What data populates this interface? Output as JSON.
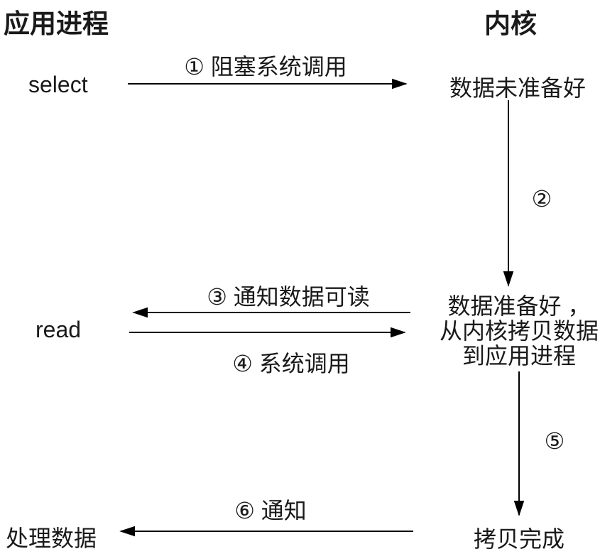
{
  "page": {
    "background": "#ffffff",
    "text_color": "#1a1a1a",
    "line_color": "#000000"
  },
  "headers": {
    "app_process": "应用进程",
    "kernel": "内核"
  },
  "app": {
    "select": "select",
    "read": "read",
    "process_data": "处理数据"
  },
  "kernel": {
    "not_ready": "数据未准备好",
    "ready_line1": "数据准备好 ，",
    "ready_line2": "从内核拷贝数据",
    "ready_line3": "到应用进程",
    "copy_done": "拷贝完成"
  },
  "steps": {
    "s1": "① 阻塞系统调用",
    "s2": "②",
    "s3": "③ 通知数据可读",
    "s4": "④ 系统调用",
    "s5": "⑤",
    "s6": "⑥ 通知"
  }
}
